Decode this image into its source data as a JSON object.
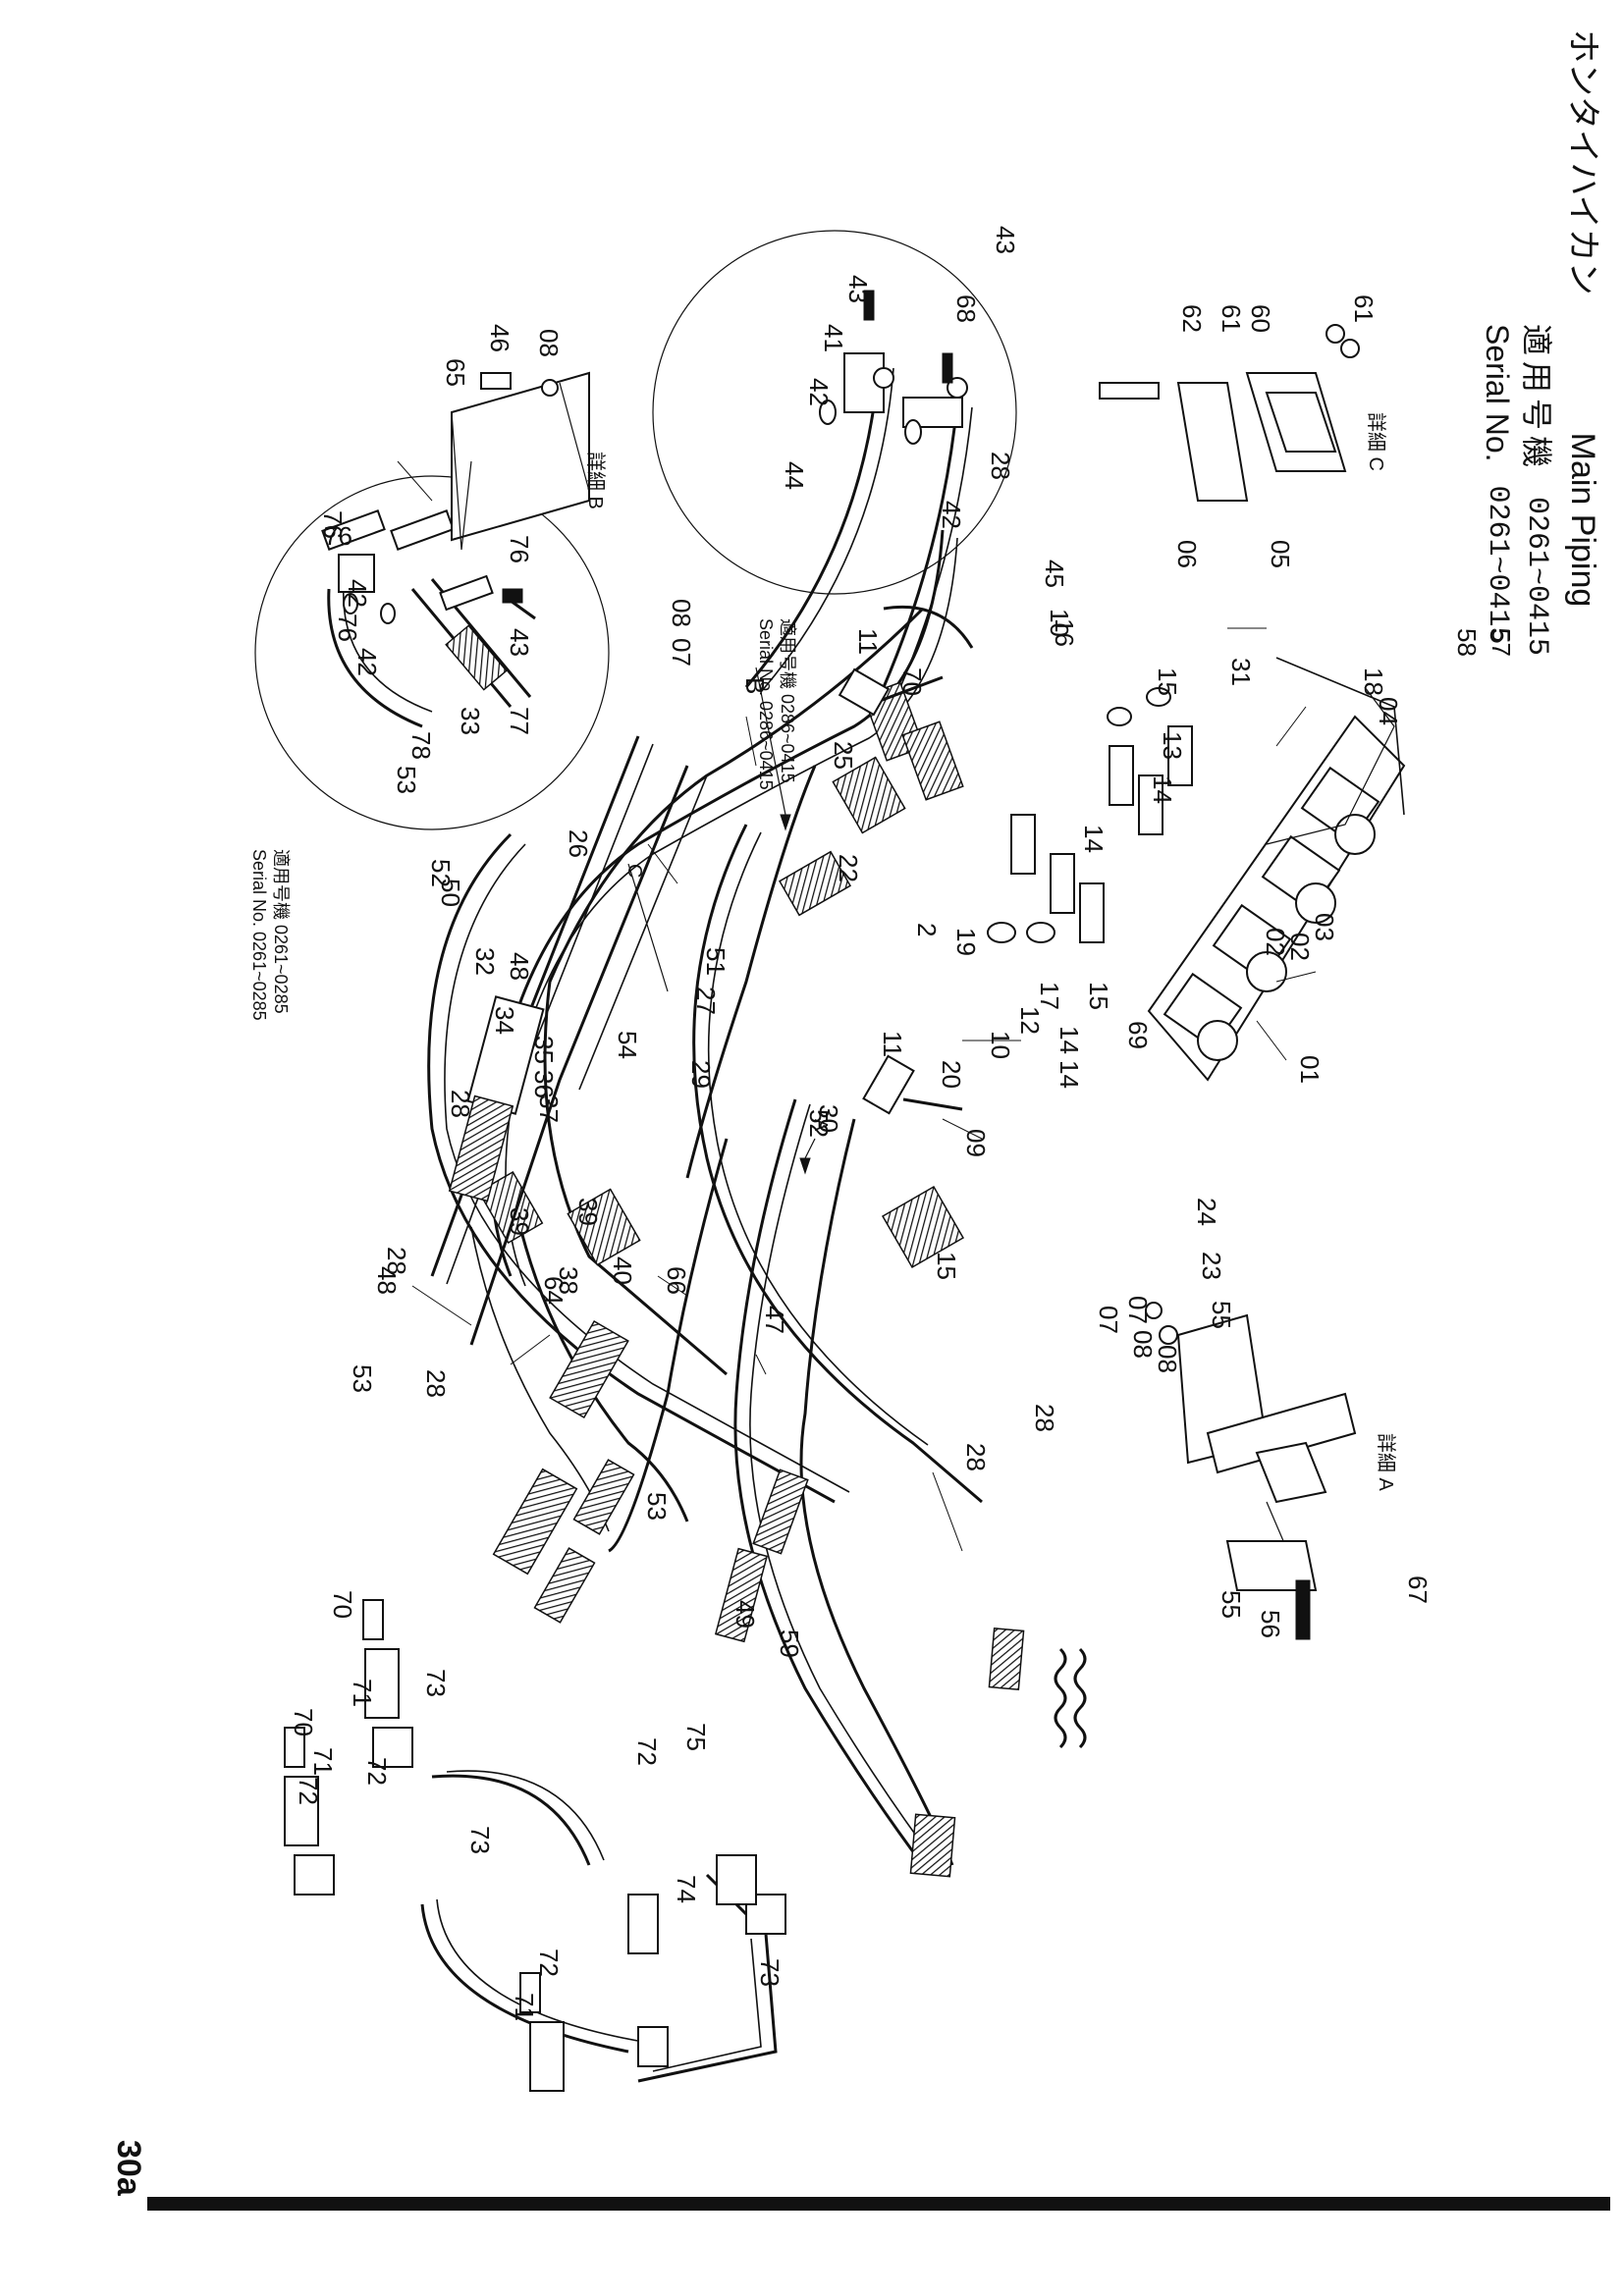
{
  "header": {
    "title_jp": "ホンタイハイカン",
    "title_en": "Main Piping",
    "serial_label_jp": "適用号機",
    "serial_label_en": "Serial No.",
    "serial_range_1": "0261~0415",
    "serial_range_2": "0261~0415"
  },
  "page_number": "30a",
  "inset_left": {
    "label_jp": "適用号機 0261~0285",
    "label_en": "Serial No. 0261~0285",
    "parts": [
      "76",
      "42",
      "76",
      "42",
      "78",
      "76",
      "43",
      "77"
    ]
  },
  "inset_right": {
    "label_jp": "適用号機 0286~0415",
    "label_en": "Serial No. 0286~0415",
    "parts": [
      "43",
      "41",
      "42",
      "44",
      "42",
      "28",
      "68",
      "43"
    ]
  },
  "details": {
    "detail_a": "詳細 A",
    "detail_b": "詳細 B",
    "detail_c": "詳細 C"
  },
  "detail_b_parts": [
    "65",
    "46",
    "08"
  ],
  "detail_c_parts": [
    "62",
    "61",
    "60",
    "61"
  ],
  "detail_a_parts": [
    "07",
    "08",
    "55",
    "55",
    "56"
  ],
  "callouts": [
    "01",
    "02",
    "02",
    "03",
    "04",
    "05",
    "06",
    "07",
    "07",
    "08",
    "08",
    "09",
    "10",
    "10",
    "11",
    "11",
    "12",
    "13",
    "14",
    "14",
    "14",
    "14",
    "15",
    "15",
    "15",
    "16",
    "17",
    "18",
    "19",
    "2",
    "20",
    "22",
    "23",
    "24",
    "25",
    "26",
    "27",
    "28",
    "28",
    "28",
    "28",
    "28",
    "29",
    "30",
    "31",
    "32",
    "33",
    "34",
    "35",
    "36",
    "37",
    "38",
    "39",
    "39",
    "40",
    "45",
    "47",
    "48",
    "48",
    "49",
    "50",
    "51",
    "52",
    "52",
    "53",
    "53",
    "53",
    "54",
    "57",
    "58",
    "59",
    "64",
    "66",
    "67",
    "69",
    "70",
    "70",
    "70",
    "71",
    "71",
    "71",
    "72",
    "72",
    "72",
    "72",
    "73",
    "73",
    "73",
    "74",
    "75"
  ],
  "markers": {
    "a": "A",
    "b": "B",
    "c": "C"
  }
}
